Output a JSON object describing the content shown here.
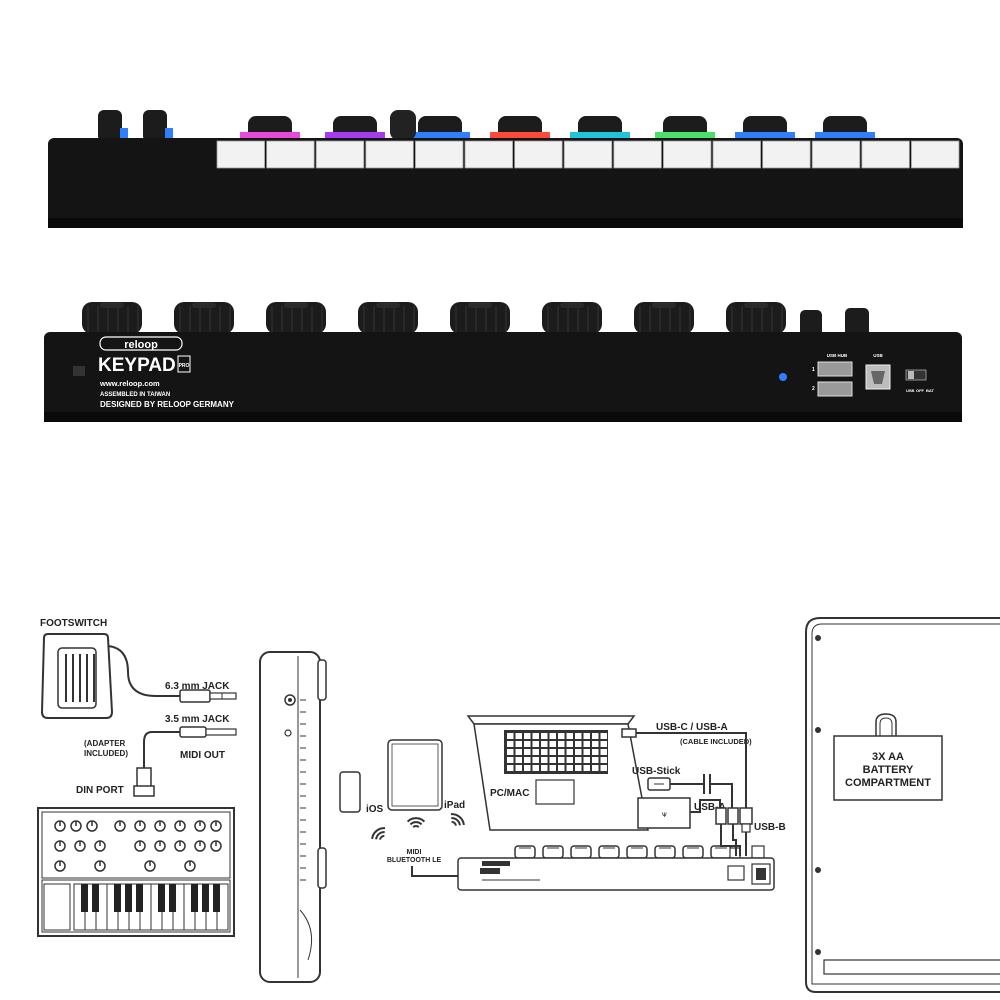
{
  "front_view": {
    "key_count": 15
  },
  "back_view": {
    "brand": "reloop",
    "model": "KEYPAD",
    "model_suffix": "PRO",
    "website": "www.reloop.com",
    "assembly": "ASSEMBLED IN TAIWAN",
    "designed_by": "DESIGNED BY RELOOP GERMANY",
    "usb_hub_label": "USB HUB",
    "usb_label": "USB",
    "port_1": "1",
    "port_2": "2",
    "switch_labels": [
      "USB",
      "OFF",
      "BAT"
    ],
    "knob_count": 8
  },
  "diagram": {
    "footswitch": "FOOTSWITCH",
    "jack_63": "6.3 mm JACK",
    "jack_35": "3.5 mm JACK",
    "adapter_line1": "(ADAPTER",
    "adapter_line2": "INCLUDED)",
    "midi_out": "MIDI OUT",
    "din_port": "DIN PORT",
    "ios": "iOS",
    "ipad": "iPad",
    "pc_mac": "PC/MAC",
    "midi_line1": "MIDI",
    "midi_line2": "BLUETOOTH LE",
    "usb_c_a": "USB-C / USB-A",
    "cable_included": "(CABLE INCLUDED)",
    "usb_stick": "USB-Stick",
    "usb_a": "USB-A",
    "usb_b": "USB-B",
    "battery_line1": "3X AA",
    "battery_line2": "BATTERY",
    "battery_line3": "COMPARTMENT"
  },
  "colors": {
    "body": "#141414",
    "key": "#f2f2f2",
    "knob": "#1c1c1c",
    "led_blue": "#2f7fff",
    "line": "#333333"
  }
}
